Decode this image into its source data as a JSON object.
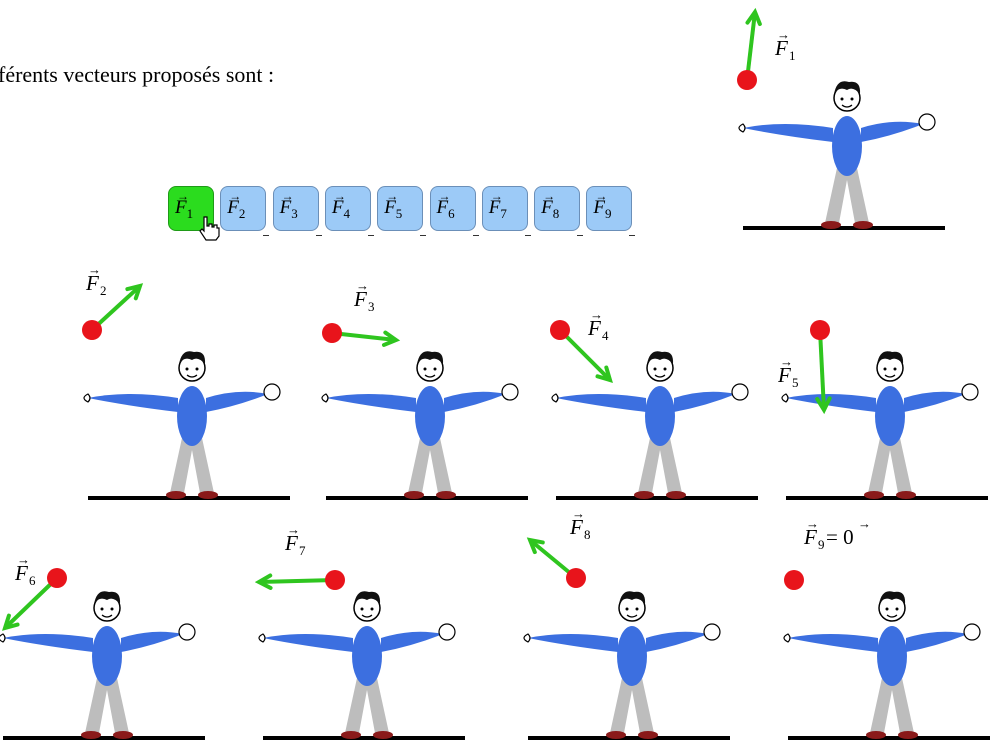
{
  "intro_text": "férents vecteurs proposés sont :",
  "tabs": [
    {
      "letter": "F",
      "index": "1",
      "active": true
    },
    {
      "letter": "F",
      "index": "2",
      "active": false
    },
    {
      "letter": "F",
      "index": "3",
      "active": false
    },
    {
      "letter": "F",
      "index": "4",
      "active": false
    },
    {
      "letter": "F",
      "index": "5",
      "active": false
    },
    {
      "letter": "F",
      "index": "6",
      "active": false
    },
    {
      "letter": "F",
      "index": "7",
      "active": false
    },
    {
      "letter": "F",
      "index": "8",
      "active": false
    },
    {
      "letter": "F",
      "index": "9",
      "active": false
    }
  ],
  "cursor_icon": "hand-pointer-icon",
  "colors": {
    "tab_active": "#2bdc1e",
    "tab_inactive": "#9ccaf7",
    "vector_arrow": "#2fc51f",
    "ball": "#e8141b",
    "shirt": "#3c6fe0",
    "pants": "#bdbdbd",
    "shoes": "#8a1a1a",
    "ground": "#000000"
  },
  "scenes": [
    {
      "id": "F1",
      "vector_label": "F",
      "vector_index": "1",
      "suffix": "",
      "direction": "up"
    },
    {
      "id": "F2",
      "vector_label": "F",
      "vector_index": "2",
      "suffix": "",
      "direction": "up-right"
    },
    {
      "id": "F3",
      "vector_label": "F",
      "vector_index": "3",
      "suffix": "",
      "direction": "right"
    },
    {
      "id": "F4",
      "vector_label": "F",
      "vector_index": "4",
      "suffix": "",
      "direction": "down-right"
    },
    {
      "id": "F5",
      "vector_label": "F",
      "vector_index": "5",
      "suffix": "",
      "direction": "down"
    },
    {
      "id": "F6",
      "vector_label": "F",
      "vector_index": "6",
      "suffix": "",
      "direction": "down-left"
    },
    {
      "id": "F7",
      "vector_label": "F",
      "vector_index": "7",
      "suffix": "",
      "direction": "left"
    },
    {
      "id": "F8",
      "vector_label": "F",
      "vector_index": "8",
      "suffix": "",
      "direction": "up-left"
    },
    {
      "id": "F9",
      "vector_label": "F",
      "vector_index": "9",
      "suffix": " = 0",
      "direction": "none"
    }
  ]
}
